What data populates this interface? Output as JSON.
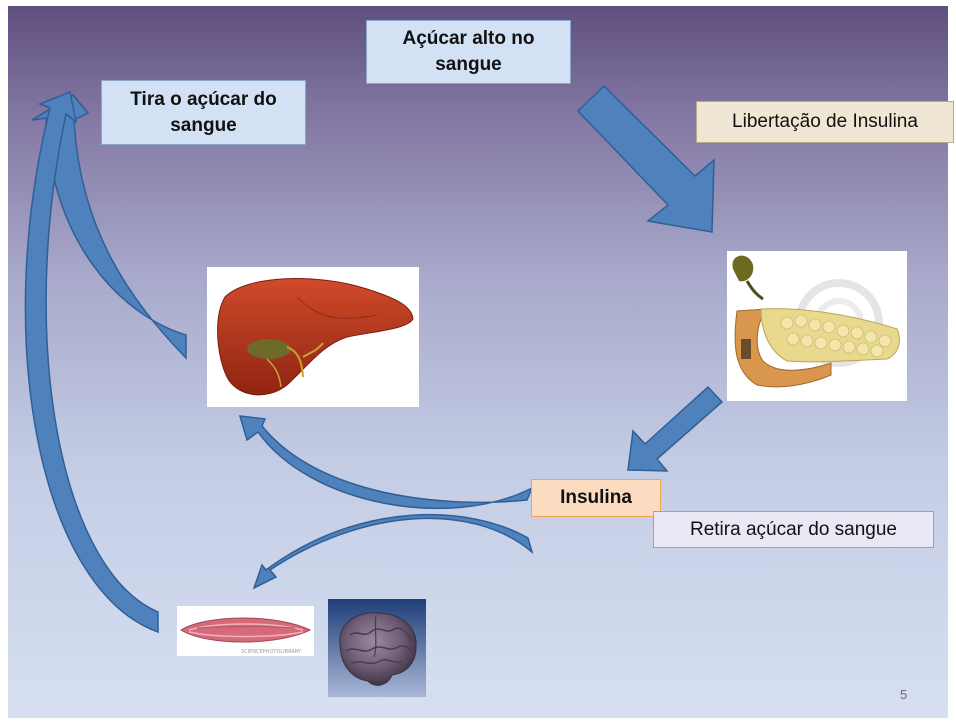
{
  "diagram": {
    "nodes": {
      "high_sugar": "Açúcar alto no sangue",
      "remove_sugar": "Tira o açúcar do sangue",
      "insulin_release": "Libertação de Insulina",
      "insulin": "Insulina",
      "removes_sugar": "Retira açúcar do sangue"
    },
    "images": [
      "liver-illustration",
      "pancreas-illustration",
      "muscle-illustration",
      "brain-illustration"
    ],
    "watermark": "SCIENCEPHOTOLIBRARY",
    "page_number": "5"
  },
  "colors": {
    "arrow_fill": "#4f81bd",
    "arrow_stroke": "#2f5f95",
    "box_blue": "#d2e1f3",
    "box_orange": "#fcdcc1"
  }
}
